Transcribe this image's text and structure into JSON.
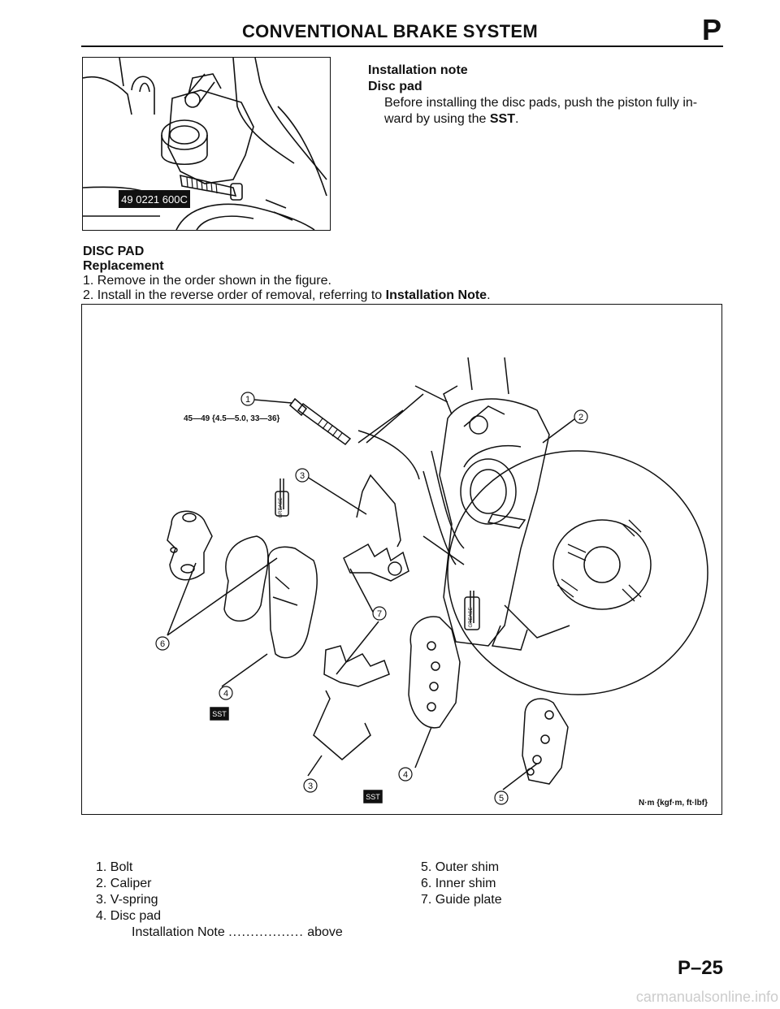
{
  "header": {
    "title": "CONVENTIONAL BRAKE SYSTEM",
    "section_letter": "P"
  },
  "installation_note": {
    "heading": "Installation note",
    "subheading": "Disc pad",
    "text_before": "Before installing the disc pads, push the piston fully in-",
    "text_wrap": "ward by using the ",
    "sst": "SST",
    "period": "."
  },
  "figure_top": {
    "tool_label": "49 0221 600C"
  },
  "section": {
    "title": "DISC PAD",
    "subtitle": "Replacement",
    "steps": [
      {
        "number": "1.",
        "text": "Remove in the order shown in the figure."
      },
      {
        "number": "2.",
        "text": "Install in the reverse order of removal, referring to ",
        "bold": "Installation Note",
        "end": "."
      }
    ]
  },
  "figure_main": {
    "torque": "45—49 {4.5—5.0, 33—36}",
    "units": "N·m {kgf·m, ft·lbf}",
    "sst": "SST",
    "grease": "GREASE",
    "callouts": [
      "1",
      "2",
      "3",
      "3",
      "4",
      "4",
      "5",
      "6",
      "7"
    ]
  },
  "legend": {
    "left": [
      {
        "number": "1.",
        "label": "Bolt"
      },
      {
        "number": "2.",
        "label": "Caliper"
      },
      {
        "number": "3.",
        "label": "V-spring"
      },
      {
        "number": "4.",
        "label": "Disc pad"
      }
    ],
    "sub_note": "Installation Note",
    "leader": ".................",
    "ref": "above",
    "right": [
      {
        "number": "5.",
        "label": "Outer shim"
      },
      {
        "number": "6.",
        "label": "Inner shim"
      },
      {
        "number": "7.",
        "label": "Guide plate"
      }
    ]
  },
  "page_number": "P–25",
  "watermark": "carmanualsonline.info"
}
